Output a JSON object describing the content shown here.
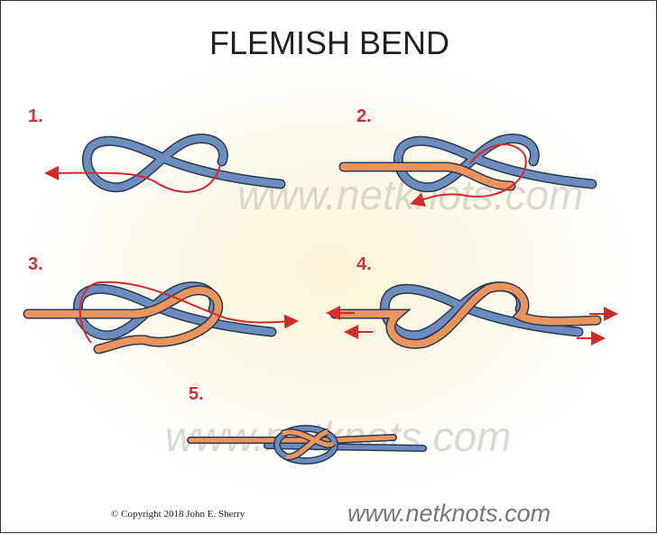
{
  "title": "FLEMISH BEND",
  "steps": [
    "1.",
    "2.",
    "3.",
    "4.",
    "5."
  ],
  "watermark": "www.netknots.com",
  "copyright": "© Copyright  2018  John E. Sherry",
  "site": "www.netknots.com",
  "colors": {
    "blue_rope": "#6b8cbc",
    "orange_rope": "#e9955c",
    "outline": "#2d3a52",
    "arrow": "#d42a2a",
    "step_number": "#d0323c"
  }
}
